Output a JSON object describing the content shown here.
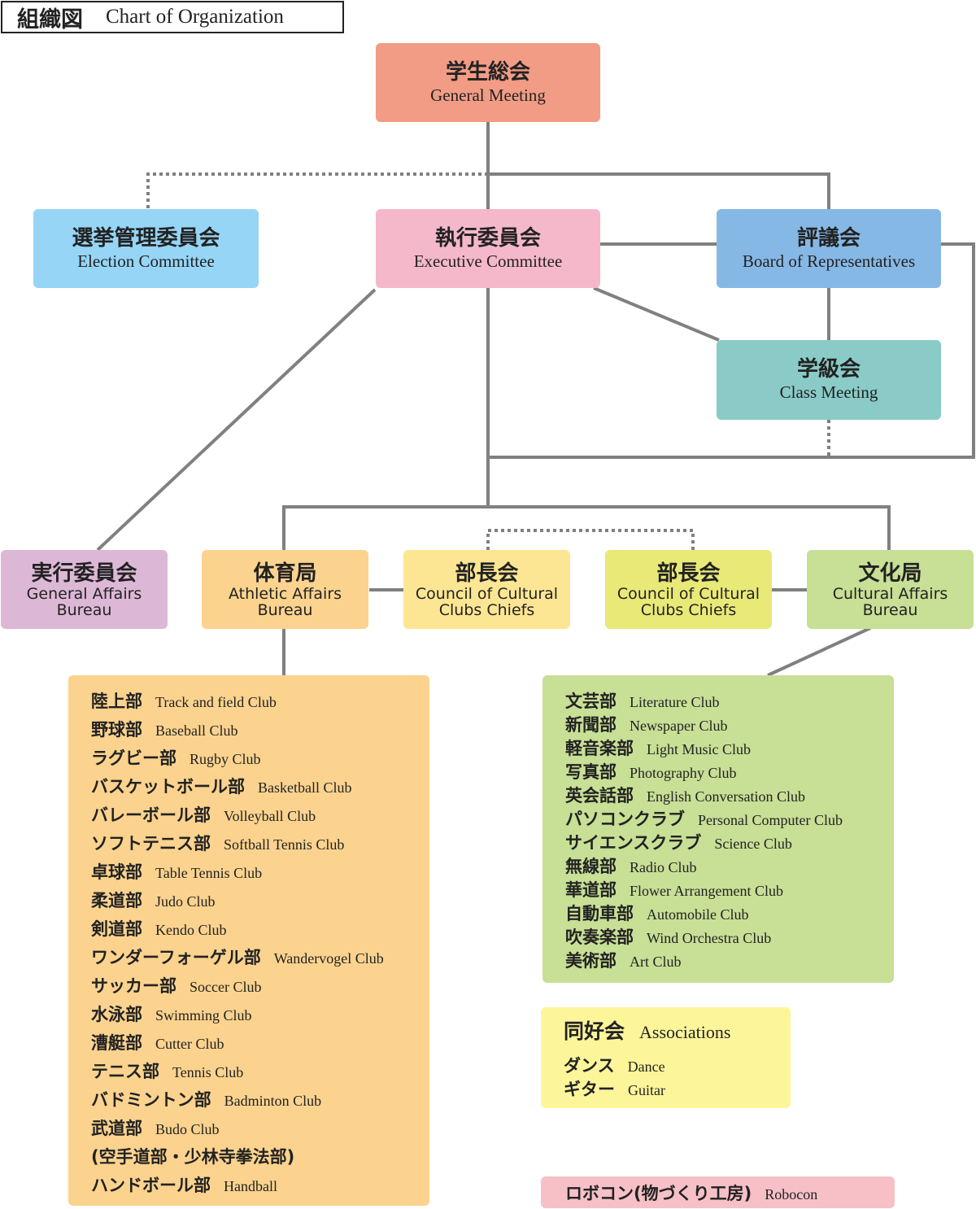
{
  "title": {
    "jp": "組織図",
    "en": "Chart of Organization"
  },
  "nodes": {
    "general_meeting": {
      "jp": "学生総会",
      "en": "General Meeting"
    },
    "election_committee": {
      "jp": "選挙管理委員会",
      "en": "Election Committee"
    },
    "executive_committee": {
      "jp": "執行委員会",
      "en": "Executive Committee"
    },
    "board_of_representatives": {
      "jp": "評議会",
      "en": "Board of Representatives"
    },
    "class_meeting": {
      "jp": "学級会",
      "en": "Class Meeting"
    },
    "general_affairs": {
      "jp": "実行委員会",
      "en1": "General Affairs",
      "en2": "Bureau"
    },
    "athletic_affairs": {
      "jp": "体育局",
      "en1": "Athletic Affairs",
      "en2": "Bureau"
    },
    "club_chiefs_1": {
      "jp": "部長会",
      "en1": "Council of Cultural",
      "en2": "Clubs Chiefs"
    },
    "club_chiefs_2": {
      "jp": "部長会",
      "en1": "Council of Cultural",
      "en2": "Clubs Chiefs"
    },
    "cultural_affairs": {
      "jp": "文化局",
      "en1": "Cultural Affairs",
      "en2": "Bureau"
    }
  },
  "athletic_clubs": [
    {
      "jp": "陸上部",
      "en": "Track and field Club"
    },
    {
      "jp": "野球部",
      "en": "Baseball Club"
    },
    {
      "jp": "ラグビー部",
      "en": "Rugby Club"
    },
    {
      "jp": "バスケットボール部",
      "en": "Basketball Club"
    },
    {
      "jp": "バレーボール部",
      "en": "Volleyball Club"
    },
    {
      "jp": "ソフトテニス部",
      "en": "Softball Tennis Club"
    },
    {
      "jp": "卓球部",
      "en": "Table Tennis Club"
    },
    {
      "jp": "柔道部",
      "en": "Judo Club"
    },
    {
      "jp": "剣道部",
      "en": "Kendo Club"
    },
    {
      "jp": "ワンダーフォーゲル部",
      "en": "Wandervogel Club"
    },
    {
      "jp": "サッカー部",
      "en": "Soccer Club"
    },
    {
      "jp": "水泳部",
      "en": "Swimming Club"
    },
    {
      "jp": "漕艇部",
      "en": "Cutter Club"
    },
    {
      "jp": "テニス部",
      "en": "Tennis Club"
    },
    {
      "jp": "バドミントン部",
      "en": "Badminton Club"
    },
    {
      "jp": "武道部",
      "en": "Budo Club"
    },
    {
      "jp": "(空手道部・少林寺拳法部)",
      "en": ""
    },
    {
      "jp": "ハンドボール部",
      "en": "Handball"
    }
  ],
  "cultural_clubs": [
    {
      "jp": "文芸部",
      "en": "Literature Club"
    },
    {
      "jp": "新聞部",
      "en": "Newspaper Club"
    },
    {
      "jp": "軽音楽部",
      "en": "Light Music Club"
    },
    {
      "jp": "写真部",
      "en": "Photography Club"
    },
    {
      "jp": "英会話部",
      "en": "English Conversation Club"
    },
    {
      "jp": "パソコンクラブ",
      "en": "Personal Computer Club"
    },
    {
      "jp": "サイエンスクラブ",
      "en": "Science Club"
    },
    {
      "jp": "無線部",
      "en": "Radio Club"
    },
    {
      "jp": "華道部",
      "en": "Flower Arrangement Club"
    },
    {
      "jp": "自動車部",
      "en": "Automobile Club"
    },
    {
      "jp": "吹奏楽部",
      "en": "Wind Orchestra Club"
    },
    {
      "jp": "美術部",
      "en": "Art Club"
    }
  ],
  "associations": {
    "title_jp": "同好会",
    "title_en": "Associations",
    "items": [
      {
        "jp": "ダンス",
        "en": "Dance"
      },
      {
        "jp": "ギター",
        "en": "Guitar"
      }
    ]
  },
  "robocon": {
    "jp": "ロボコン(物づくり工房)",
    "en": "Robocon"
  },
  "colors": {
    "general_meeting": "#f29c85",
    "election_committee": "#96d5f6",
    "executive_committee": "#f5b8cb",
    "board_of_representatives": "#86b8e6",
    "class_meeting": "#8acbc7",
    "general_affairs": "#ddb8d6",
    "athletic_affairs": "#fbd38e",
    "club_chiefs_1": "#fde693",
    "club_chiefs_2": "#e9e978",
    "cultural_affairs": "#c8df96",
    "athletic_panel": "#fbd38e",
    "cultural_panel": "#c8df96",
    "associations_panel": "#fdf59a",
    "robocon_panel": "#f6c0c6",
    "line": "#808080"
  }
}
